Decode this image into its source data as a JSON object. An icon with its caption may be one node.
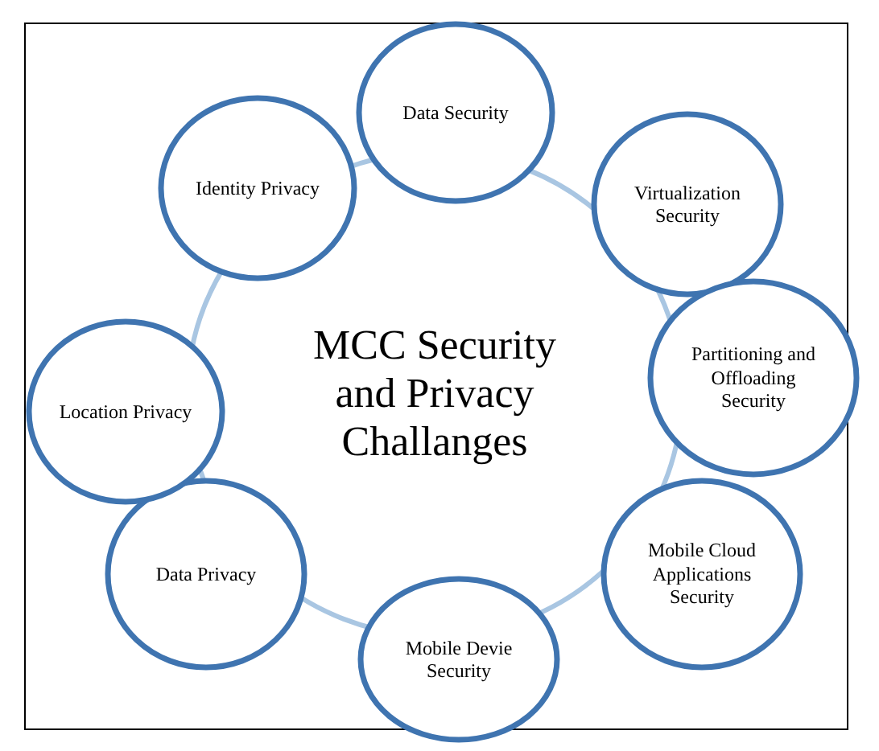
{
  "diagram": {
    "nodes": [
      {
        "text": [
          "MCC Security and Privacy Challanges"
        ]
      },
      {
        "text": [
          "Data Security"
        ]
      },
      {
        "text": [
          "Virtualization Security"
        ]
      },
      {
        "text": [
          "Partitioning and Offloading Security"
        ]
      },
      {
        "text": [
          "Mobile Cloud Applications Security"
        ]
      },
      {
        "text": [
          "Mobile Devie Security"
        ]
      },
      {
        "text": [
          "Data Privacy"
        ]
      },
      {
        "text": [
          "Location Privacy"
        ]
      },
      {
        "text": [
          "Identity Privacy"
        ]
      }
    ]
  }
}
